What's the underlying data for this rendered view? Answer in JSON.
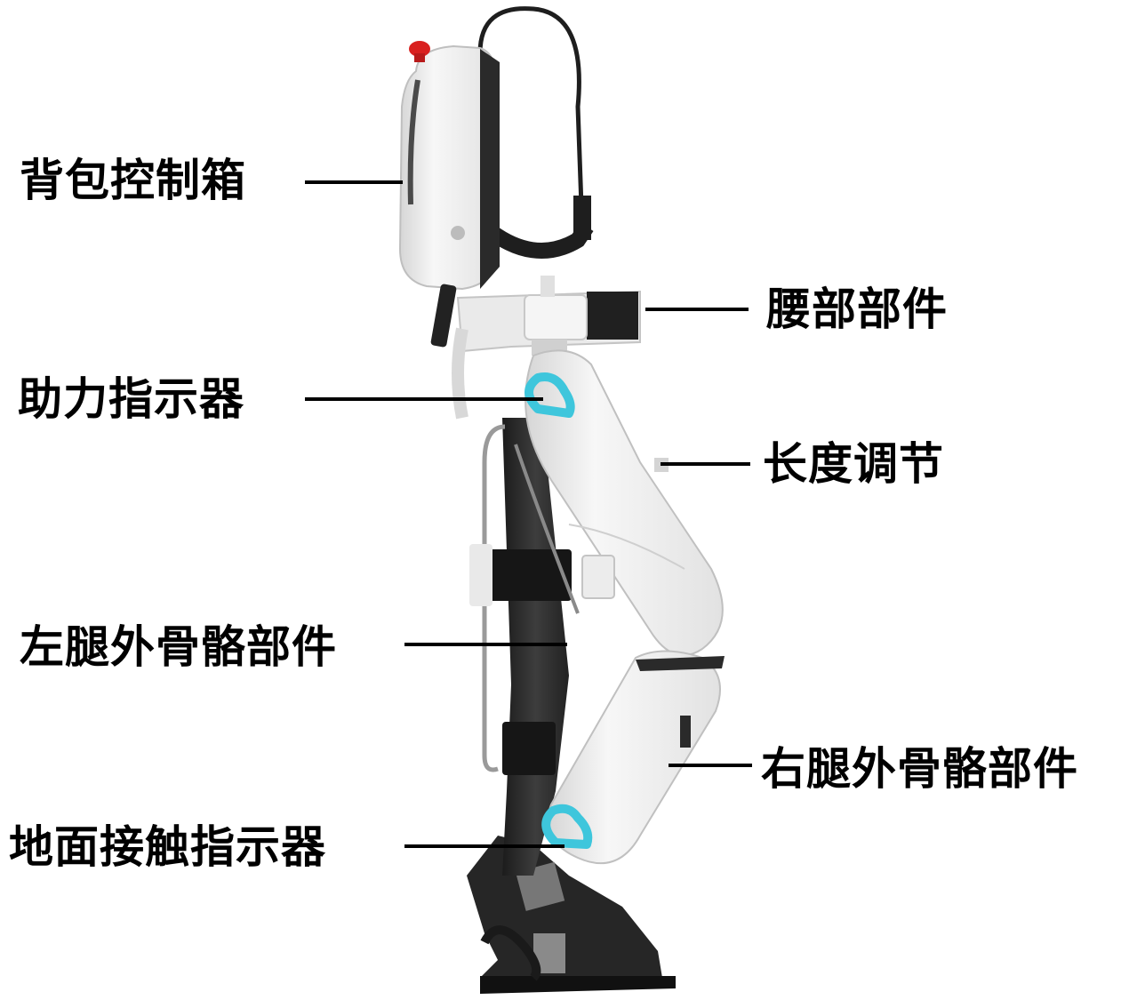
{
  "labels": {
    "backpack_control_box": "背包控制箱",
    "waist_component": "腰部部件",
    "assist_indicator": "助力指示器",
    "length_adjustment": "长度调节",
    "left_leg_exoskeleton": "左腿外骨骼部件",
    "right_leg_exoskeleton": "右腿外骨骼部件",
    "ground_contact_indicator": "地面接触指示器"
  },
  "colors": {
    "shell_white": "#f1f1f1",
    "frame_dark": "#2b2b2b",
    "indicator_cyan": "#3ec6dc",
    "button_red": "#d9201f",
    "text": "#000000"
  }
}
